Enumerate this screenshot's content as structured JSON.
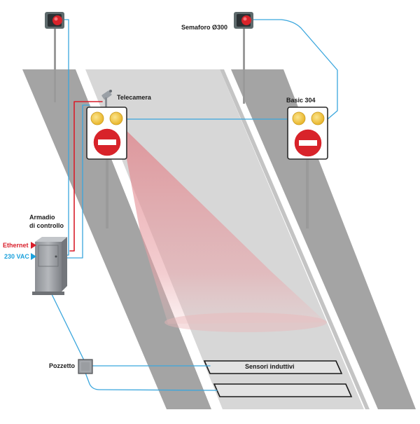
{
  "labels": {
    "semaforo": "Semaforo Ø300",
    "telecamera": "Telecamera",
    "basic": "Basic 304",
    "armadio_line1": "Armadio",
    "armadio_line2": "di controllo",
    "ethernet": "Ethernet",
    "power": "230 VAC",
    "pozzetto": "Pozzetto",
    "sensori": "Sensori induttivi"
  },
  "colors": {
    "ethernet": "#d91e2a",
    "power": "#1ba1dc",
    "cable": "#3aa6dd",
    "lamp": "#f2c431",
    "no_entry": "#d8232a",
    "road_dark": "#a3a3a3",
    "road_light": "#d7d7d7",
    "camera_cone": "#e3a0a4"
  },
  "icons": {
    "traffic_light": "traffic-light-icon",
    "camera": "camera-icon",
    "no_entry_sign": "no-entry-sign-icon",
    "control_cabinet": "control-cabinet-icon",
    "junction_box": "junction-box-icon"
  }
}
